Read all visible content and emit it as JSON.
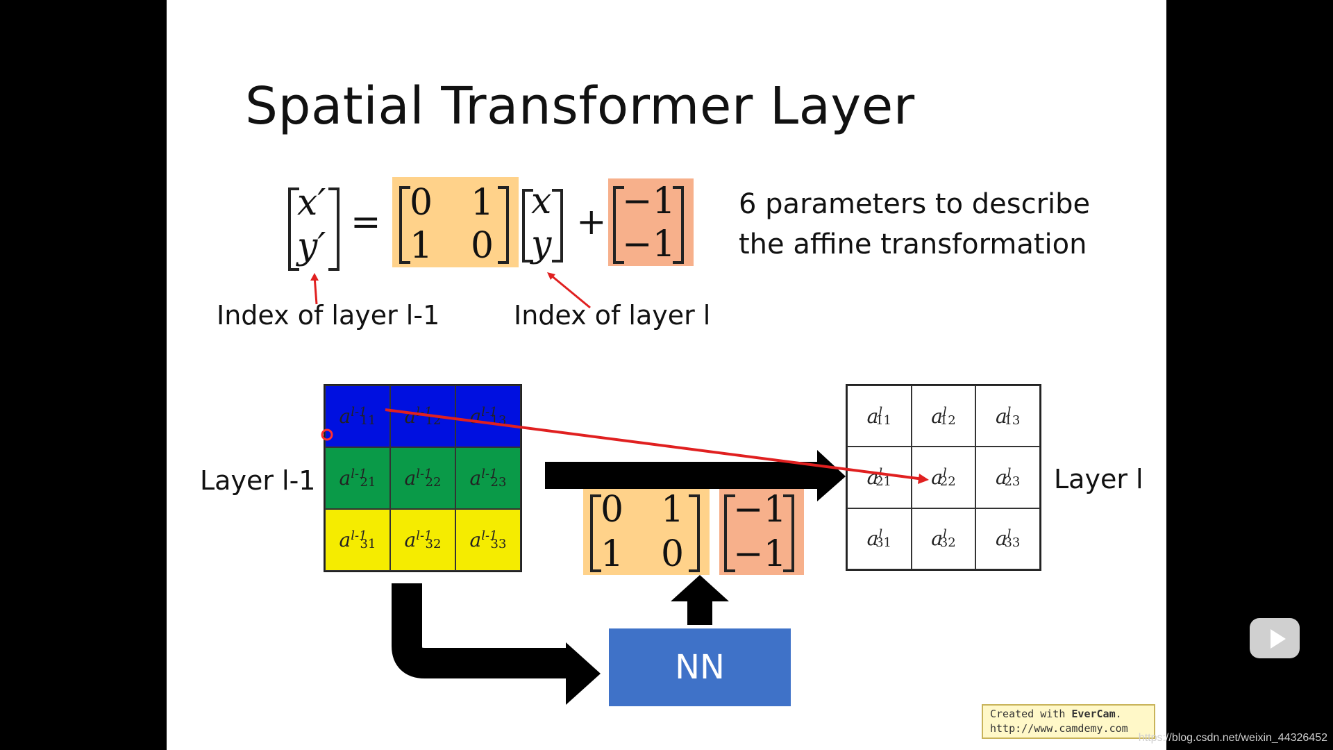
{
  "slide": {
    "title": "Spatial Transformer Layer",
    "equation": {
      "lhs": [
        "x′",
        "y′"
      ],
      "equals": "=",
      "matrix": [
        [
          "0",
          "1"
        ],
        [
          "1",
          "0"
        ]
      ],
      "vec": [
        "x",
        "y"
      ],
      "plus": "+",
      "bias": [
        "−1",
        "−1"
      ]
    },
    "description_line1": "6 parameters to describe",
    "description_line2": "the affine transformation",
    "label_left": "Index of layer l-1",
    "label_right": "Index of layer l",
    "layer_prev_label": "Layer l-1",
    "layer_next_label": "Layer l",
    "nn_label": "NN",
    "prev_cells": [
      [
        "a11l-1",
        "a12l-1",
        "a13l-1"
      ],
      [
        "a21l-1",
        "a22l-1",
        "a23l-1"
      ],
      [
        "a31l-1",
        "a32l-1",
        "a33l-1"
      ]
    ],
    "next_cells": [
      [
        "a11l",
        "a12l",
        "a13l"
      ],
      [
        "a21l",
        "a22l",
        "a23l"
      ],
      [
        "a31l",
        "a32l",
        "a33l"
      ]
    ],
    "row_colors": [
      "#0010e0",
      "#0a9a48",
      "#f5ec00"
    ]
  },
  "watermark": {
    "line1_prefix": "Created with ",
    "line1_brand": "EverCam",
    "line1_suffix": ".",
    "line2": "http://www.camdemy.com"
  },
  "csdn_url": "https://blog.csdn.net/weixin_44326452"
}
